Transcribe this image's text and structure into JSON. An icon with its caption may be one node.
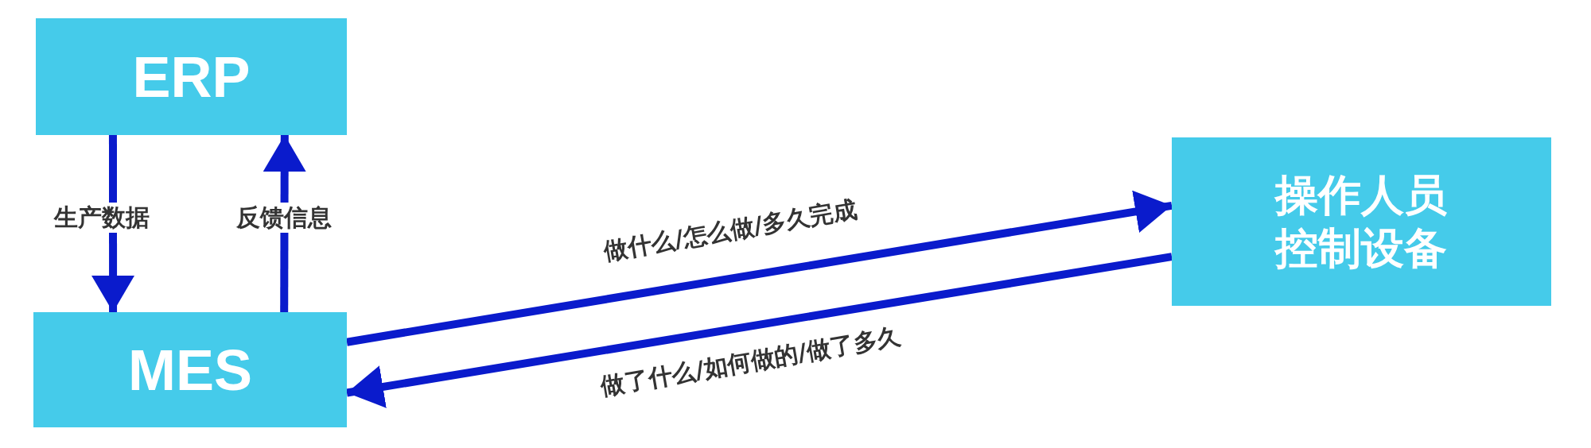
{
  "diagram": {
    "nodes": [
      {
        "text": [
          "ERP"
        ]
      },
      {
        "text": [
          "MES"
        ]
      },
      {
        "text": [
          "操作人员控制设备"
        ]
      }
    ],
    "edges": [
      {
        "from": 0,
        "to": 1,
        "arrow": "to",
        "label": "生产数据"
      },
      {
        "from": 1,
        "to": 0,
        "arrow": "to",
        "label": "反馈信息"
      },
      {
        "from": 1,
        "to": 2,
        "arrow": "to",
        "label": "做什么/怎么做/多久完成"
      },
      {
        "from": 2,
        "to": 1,
        "arrow": "to",
        "label": "做了什么/如何做的/做了多久"
      }
    ]
  }
}
